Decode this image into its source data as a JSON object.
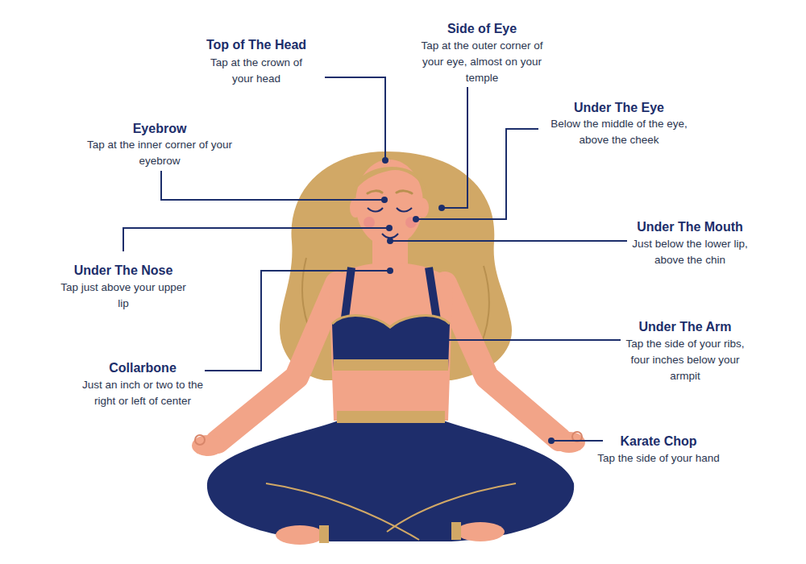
{
  "diagram": {
    "labels": [
      "Top of The Head",
      "Tap at the crown of your head",
      "Side of Eye",
      "Tap at the outer corner of your eye, almost on your temple",
      "Eyebrow",
      "Tap at the inner corner of your eyebrow",
      "Under The Eye",
      "Below the middle of the eye, above the cheek",
      "Under The Mouth",
      "Just below the lower lip, above the chin",
      "Under The Nose",
      "Tap just above your upper lip",
      "Under The Arm",
      "Tap the side of your ribs, four inches below your armpit",
      "Collarbone",
      "Just an inch or two to the right or left of center",
      "Karate Chop",
      "Tap the side of your hand"
    ]
  }
}
